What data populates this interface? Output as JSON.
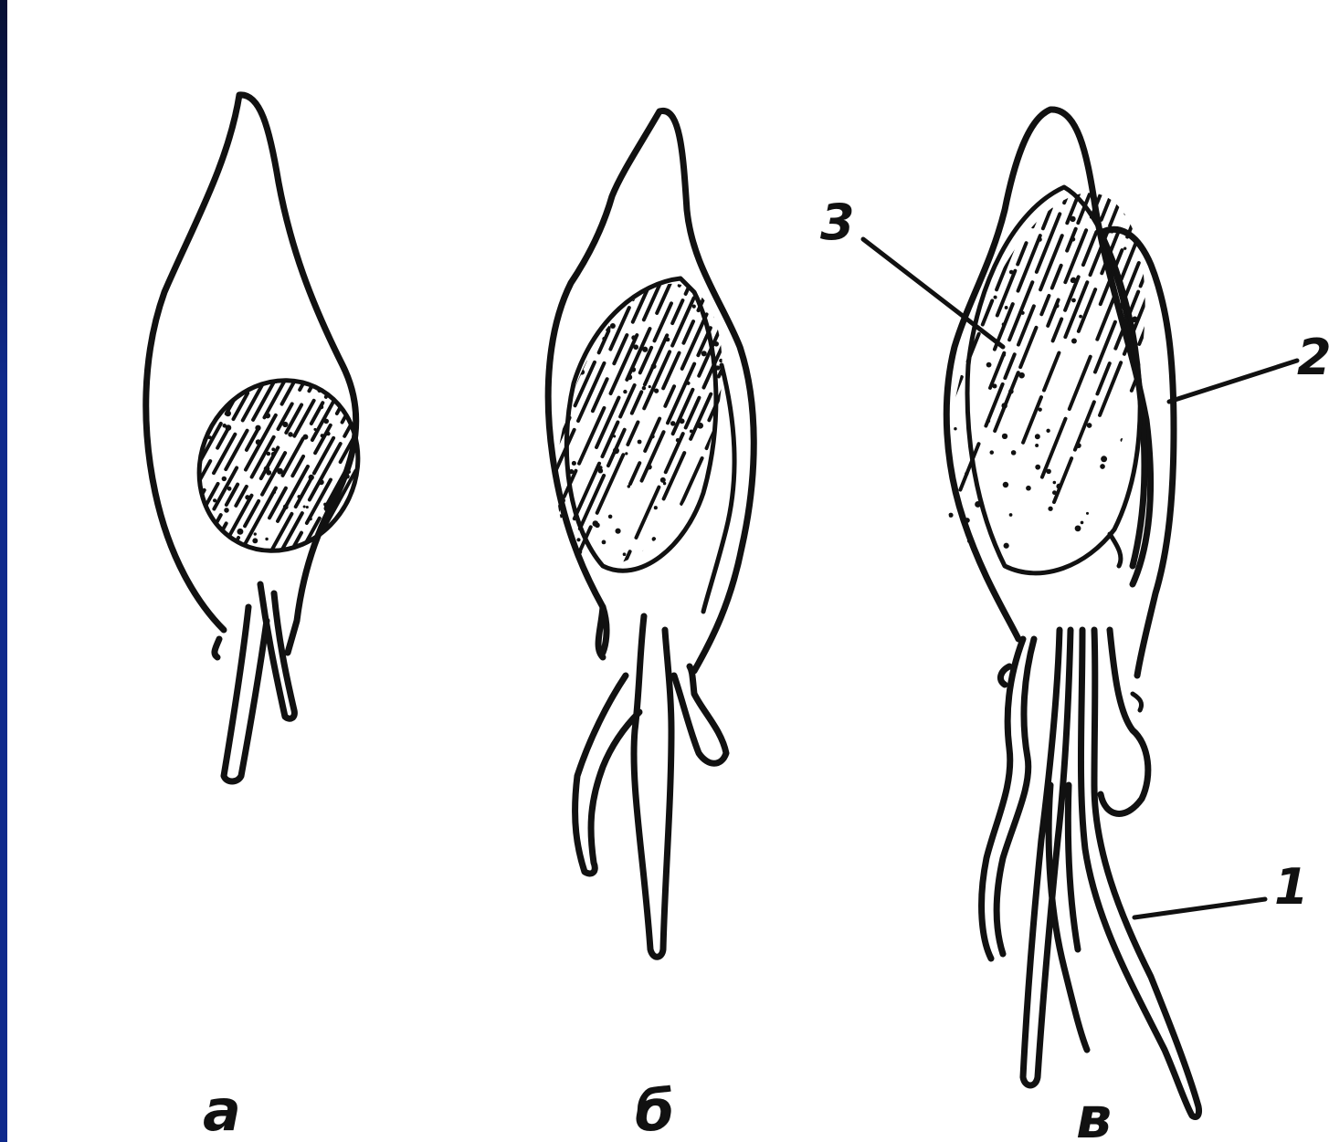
{
  "figure": {
    "panels": [
      {
        "id": "a",
        "label": "а"
      },
      {
        "id": "b",
        "label": "б"
      },
      {
        "id": "v",
        "label": "в"
      }
    ],
    "part_labels": [
      {
        "id": "p3",
        "label": "3"
      },
      {
        "id": "p2",
        "label": "2"
      },
      {
        "id": "p1",
        "label": "1"
      }
    ]
  },
  "colors": {
    "ink": "#111111",
    "background": "#ffffff",
    "frame": "#0f2a8c"
  }
}
